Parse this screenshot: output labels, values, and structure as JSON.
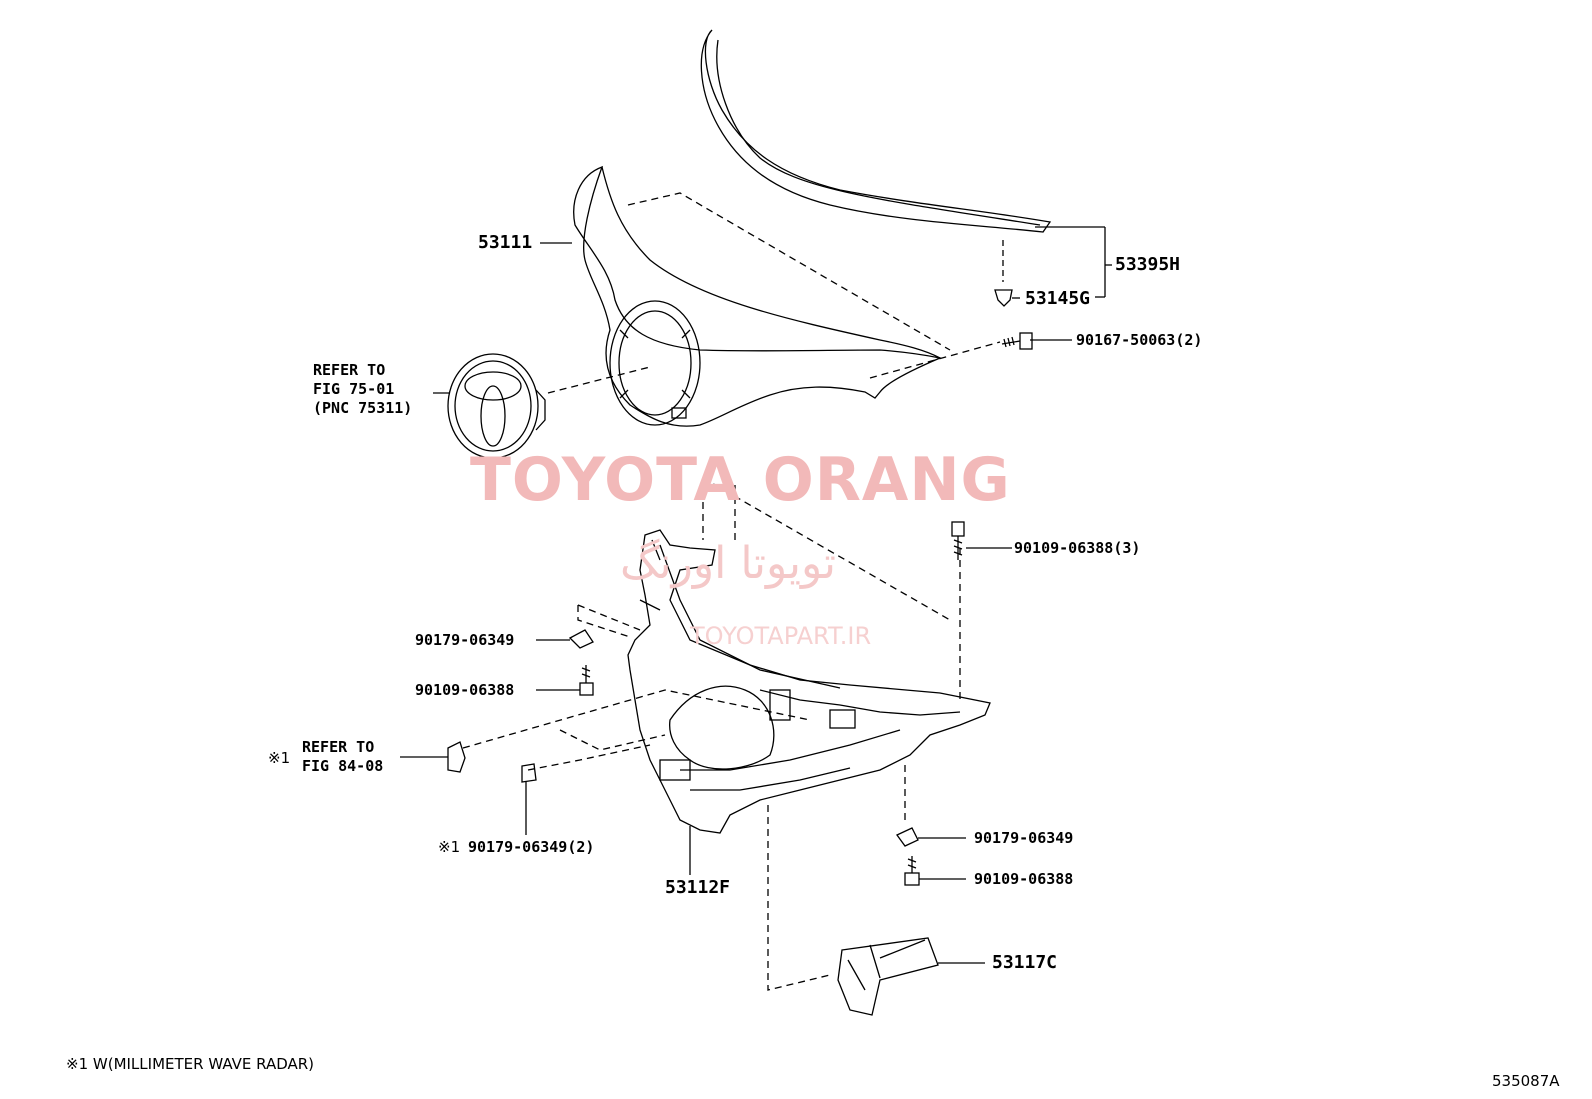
{
  "watermark": {
    "main": "TOYOTA ORANG",
    "persian": "تویوتا اورنگ",
    "url": "TOYOTAPART.IR"
  },
  "parts": {
    "hood_panel": "53111",
    "hood_trim": "53395H",
    "clip": "53145G",
    "bolt_top": "90167-50063(2)",
    "bolt_upper_right": "90109-06388(3)",
    "nut_left": "90179-06349",
    "bolt_left": "90109-06388",
    "nut_radar": "90179-06349(2)",
    "support": "53112F",
    "nut_right": "90179-06349",
    "bolt_right": "90109-06388",
    "duct": "53117C"
  },
  "refs": {
    "emblem_line1": "REFER TO",
    "emblem_line2": "FIG 75-01",
    "emblem_line3": "(PNC 75311)",
    "radar_mark": "※1",
    "radar_line1": "REFER TO",
    "radar_line2": "FIG 84-08",
    "nut_radar_mark": "※1"
  },
  "footnote": "※1 W(MILLIMETER WAVE RADAR)",
  "figure_code": "535087A"
}
